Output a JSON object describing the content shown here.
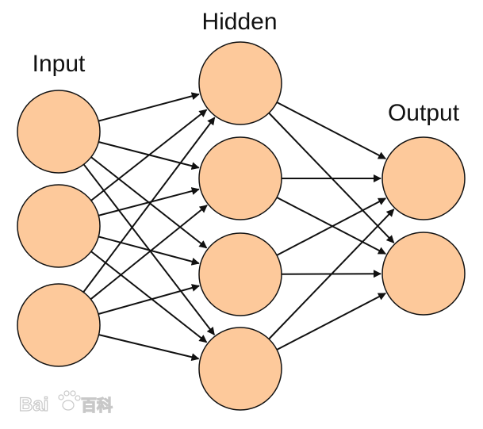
{
  "diagram": {
    "layers": [
      {
        "id": "input",
        "label": "Input",
        "nodes": 3
      },
      {
        "id": "hidden",
        "label": "Hidden",
        "nodes": 4
      },
      {
        "id": "output",
        "label": "Output",
        "nodes": 2
      }
    ],
    "connectivity": "fully-connected",
    "colors": {
      "node_fill": "#fdc99b",
      "node_stroke": "#111111",
      "edge": "#111111"
    }
  },
  "watermark": {
    "text_left": "Bai",
    "text_right": "百科"
  }
}
